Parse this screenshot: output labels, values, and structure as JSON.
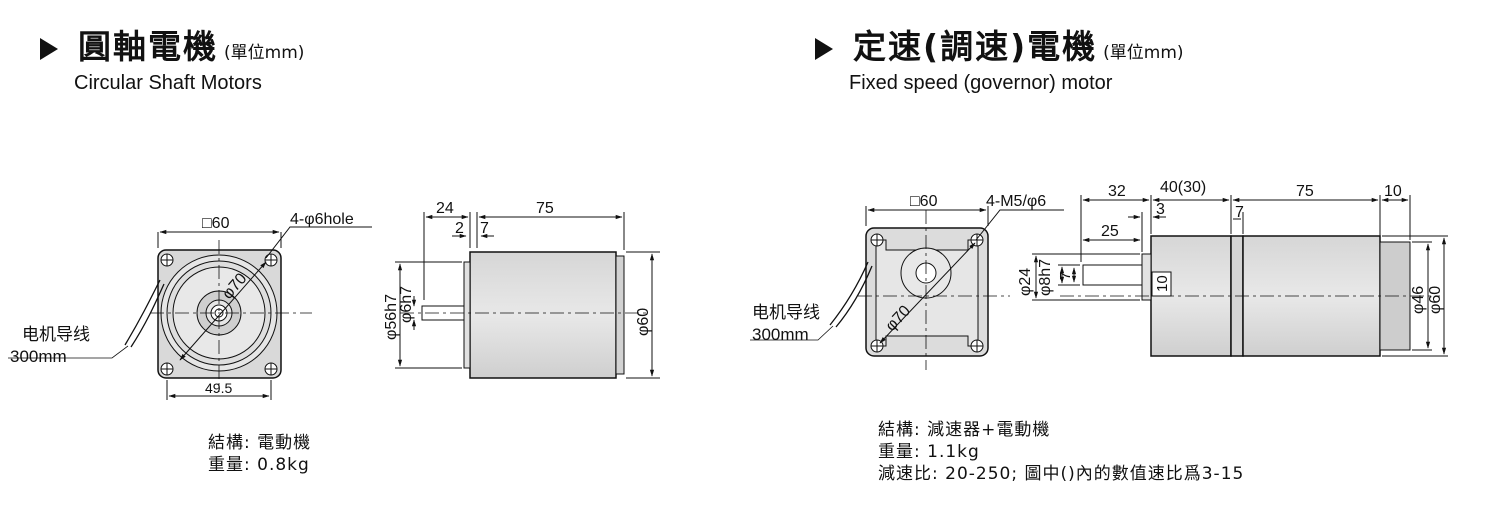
{
  "left": {
    "title_zh": "圓軸電機",
    "unit": "(單位mm)",
    "title_en": "Circular Shaft Motors",
    "dims": {
      "square": "□60",
      "holes": "4-φ6hole",
      "circle": "φ70",
      "bottom": "49.5",
      "lead_label": "电机导线",
      "lead_len": "300mm",
      "d24": "24",
      "d2": "2",
      "d7": "7",
      "d75": "75",
      "phi56": "φ56h7",
      "phi6": "φ6h7",
      "phi60": "φ60"
    },
    "spec": {
      "line1": "結構: 電動機",
      "line2": "重量: 0.8kg"
    }
  },
  "right": {
    "title_zh": "定速(調速)電機",
    "unit": "(單位mm)",
    "title_en": "Fixed speed (governor) motor",
    "dims": {
      "square": "□60",
      "holes": "4-M5/φ6",
      "circle": "φ70",
      "lead_label": "电机导线",
      "lead_len": "300mm",
      "d32": "32",
      "d40": "40(30)",
      "d75": "75",
      "d10": "10",
      "d3": "3",
      "d7": "7",
      "d25": "25",
      "phi24": "φ24",
      "phi8": "φ8h7",
      "k7": "7",
      "k10": "10",
      "phi46": "φ46",
      "phi60": "φ60"
    },
    "spec": {
      "line1": "結構: 減速器+電動機",
      "line2": "重量: 1.1kg",
      "line3": "減速比: 20-250; 圖中()內的數值速比爲3-15"
    }
  }
}
